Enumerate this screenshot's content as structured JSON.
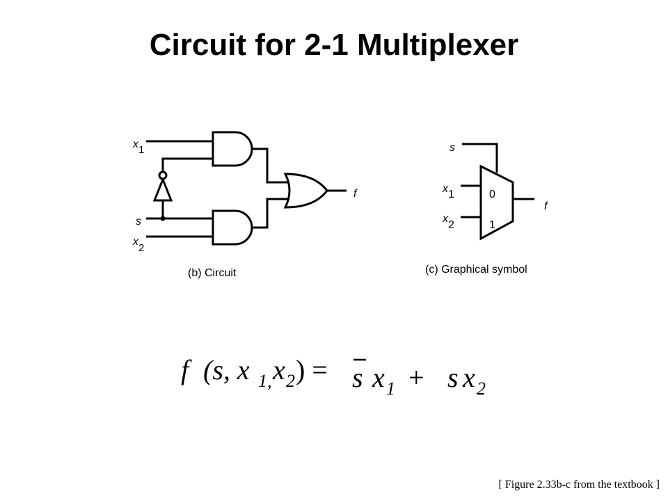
{
  "title": "Circuit for 2-1 Multiplexer",
  "circuit": {
    "input_x": "x",
    "input_x1_sub": "1",
    "input_x2_sub": "2",
    "input_s": "s",
    "output_f": "f",
    "caption": "(b) Circuit"
  },
  "symbol": {
    "input_s": "s",
    "input_x": "x",
    "input_x1_sub": "1",
    "input_x2_sub": "2",
    "port_0": "0",
    "port_1": "1",
    "output_f": "f",
    "caption": "(c) Graphical symbol"
  },
  "equation": {
    "lhs_f": "f",
    "lhs_open": "(s, x",
    "lhs_sub1": "1,",
    "lhs_mid": "x",
    "lhs_sub2": "2",
    "lhs_close": ") =",
    "term1_s": "s",
    "term1_x": "x",
    "term1_sub": "1",
    "plus": "+",
    "term2_s": "s",
    "term2_x": "x",
    "term2_sub": "2"
  },
  "source_note": "[ Figure 2.33b-c from the textbook ]"
}
